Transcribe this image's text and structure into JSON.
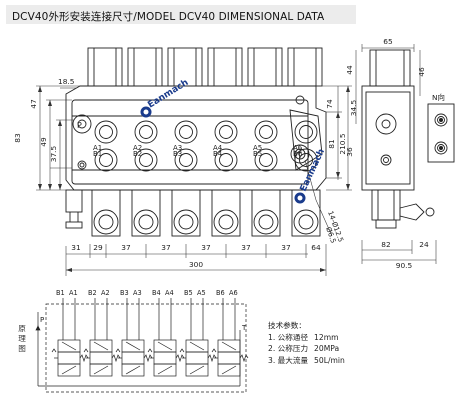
{
  "title": "DCV40外形安装连接尺寸/MODEL DCV40 DIMENSIONAL DATA",
  "brand": "Eanmach",
  "direction_label": "N向",
  "section_label": "原理图",
  "front_dims": {
    "top_left": "18.5",
    "left_83": "83",
    "left_47": "47",
    "left_49": "49",
    "left_37_5": "37.5",
    "bottom_31": "31",
    "bottom_29": "29",
    "bottom_37": [
      "37",
      "37",
      "37",
      "37",
      "37"
    ],
    "bottom_64": "64",
    "overall": "300",
    "right_74": "74",
    "right_81": "81",
    "right_210_5": "210.5",
    "port_p": "P",
    "port_t": "T",
    "thread_label": "14-Ø12.5",
    "hole_label": "Ø6.5"
  },
  "ports_a": [
    "A1",
    "A2",
    "A3",
    "A4",
    "A5",
    "A6"
  ],
  "ports_b": [
    "B1",
    "B2",
    "B3",
    "B4",
    "B5",
    "B6"
  ],
  "side_dims": {
    "top_65": "65",
    "left_44": "44",
    "left_34_5": "34.5",
    "left_36": "36",
    "right_46": "46",
    "bottom_24": "24",
    "bottom_82": "82",
    "bottom_90_5": "90.5"
  },
  "schematic_labels": [
    "B1",
    "A1",
    "B2",
    "A2",
    "B3",
    "A3",
    "B4",
    "A4",
    "B5",
    "A5",
    "B6",
    "A6"
  ],
  "schematic_ports": {
    "p": "P",
    "t": "T"
  },
  "specs": {
    "heading": "技术参数：",
    "items": [
      {
        "label": "1. 公称通径",
        "value": "12mm"
      },
      {
        "label": "2. 公称压力",
        "value": "20MPa"
      },
      {
        "label": "3. 最大流量",
        "value": "50L/min"
      }
    ]
  }
}
